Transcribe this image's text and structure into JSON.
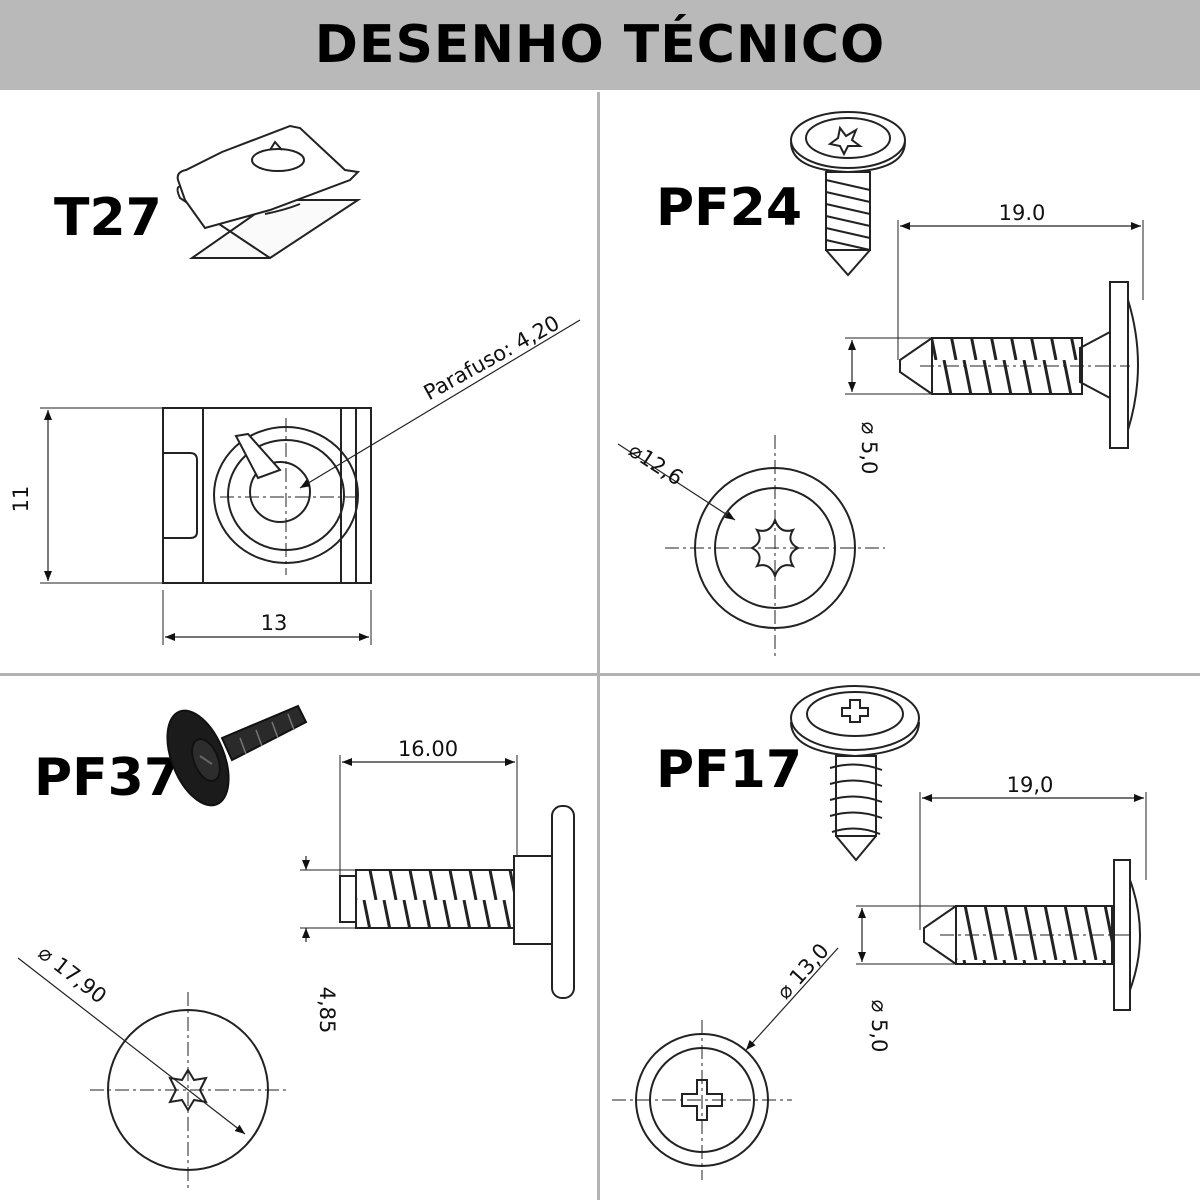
{
  "header": {
    "title": "DESENHO TÉCNICO"
  },
  "parts": {
    "t27": {
      "label": "T27",
      "height_dim": "11",
      "width_dim": "13",
      "screw_dim": "Parafuso: 4,20"
    },
    "pf24": {
      "label": "PF24",
      "length_dim": "19.0",
      "thread_dim": "⌀ 5,0",
      "head_dim": "⌀12,6"
    },
    "pf37": {
      "label": "PF37",
      "length_dim": "16.00",
      "thread_dim": "4,85",
      "head_dim": "⌀ 17,90"
    },
    "pf17": {
      "label": "PF17",
      "length_dim": "19,0",
      "thread_dim": "⌀ 5,0",
      "head_dim": "⌀ 13,0"
    }
  },
  "colors": {
    "header_bg": "#b9b9b9",
    "divider": "#b3b3b3",
    "line": "#111111"
  }
}
